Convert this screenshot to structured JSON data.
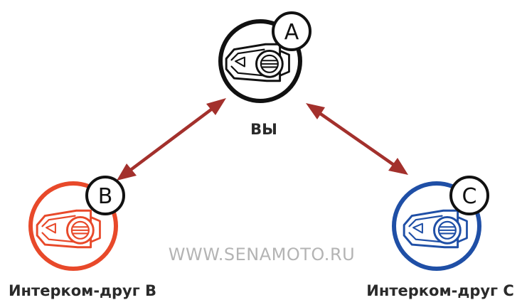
{
  "nodes": {
    "a": {
      "badge": "A",
      "label": "ВЫ",
      "ring_color": "#111111"
    },
    "b": {
      "badge": "B",
      "label": "Интерком-друг B",
      "ring_color": "#e8492a"
    },
    "c": {
      "badge": "C",
      "label": "Интерком-друг C",
      "ring_color": "#1f4fa6"
    }
  },
  "connections": [
    {
      "from": "A",
      "to": "B",
      "direction": "bidirectional"
    },
    {
      "from": "A",
      "to": "C",
      "direction": "bidirectional"
    }
  ],
  "arrow_color": "#a3302c",
  "watermark": "WWW.SENAMOTO.RU",
  "icons": {
    "device": "intercom-device-icon",
    "badge": "letter-badge"
  }
}
